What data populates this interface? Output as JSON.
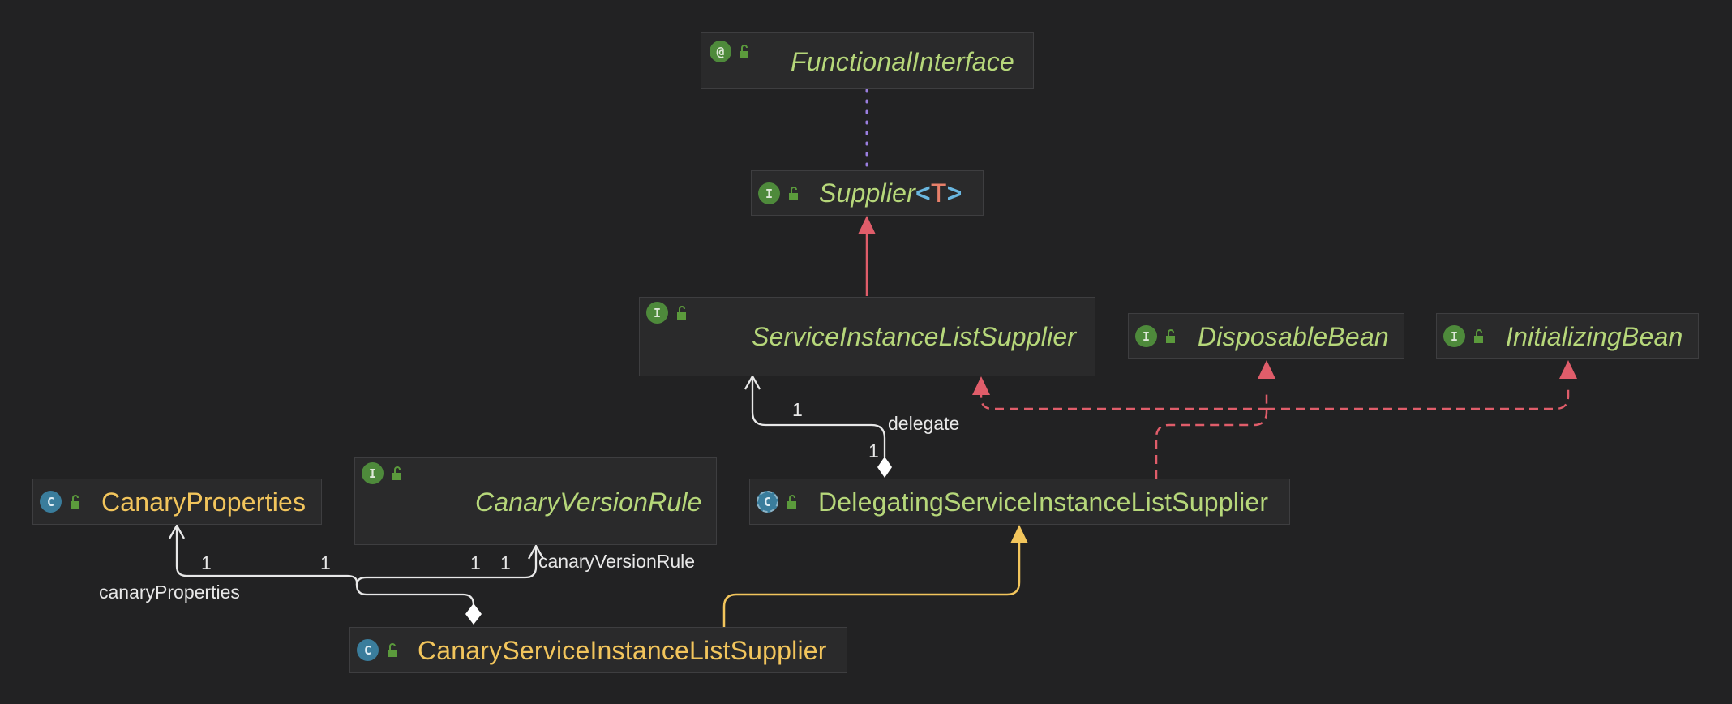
{
  "nodes": {
    "functional_interface": {
      "name": "FunctionalInterface",
      "kind": "annotation",
      "badge": "@"
    },
    "supplier": {
      "name": "Supplier",
      "generic_open": "<",
      "generic_param": "T",
      "generic_close": ">",
      "kind": "interface",
      "badge": "I"
    },
    "service_instance_list_supplier": {
      "name": "ServiceInstanceListSupplier",
      "kind": "interface",
      "badge": "I"
    },
    "disposable_bean": {
      "name": "DisposableBean",
      "kind": "interface",
      "badge": "I"
    },
    "initializing_bean": {
      "name": "InitializingBean",
      "kind": "interface",
      "badge": "I"
    },
    "canary_properties": {
      "name": "CanaryProperties",
      "kind": "class",
      "badge": "C"
    },
    "canary_version_rule": {
      "name": "CanaryVersionRule",
      "kind": "interface",
      "badge": "I"
    },
    "delegating_supplier": {
      "name": "DelegatingServiceInstanceListSupplier",
      "kind": "abstract-class",
      "badge": "C"
    },
    "canary_supplier": {
      "name": "CanaryServiceInstanceListSupplier",
      "kind": "class",
      "badge": "C"
    }
  },
  "edges": {
    "delegate": {
      "label": "delegate",
      "from_mult": "1",
      "to_mult": "1"
    },
    "canary_properties": {
      "label": "canaryProperties",
      "from_mult": "1",
      "to_mult": "1"
    },
    "canary_version_rule": {
      "label": "canaryVersionRule",
      "from_mult": "1",
      "to_mult": "1"
    }
  },
  "colors": {
    "background": "#222223",
    "interface_text": "#b6d77a",
    "class_text": "#f2c55c",
    "extends_arrow": "#e05d6a",
    "implements_arrow": "#e05d6a",
    "class_extends_arrow": "#f2c55c",
    "annotation_link": "#9b7fe0",
    "association": "#e8e8e8"
  }
}
